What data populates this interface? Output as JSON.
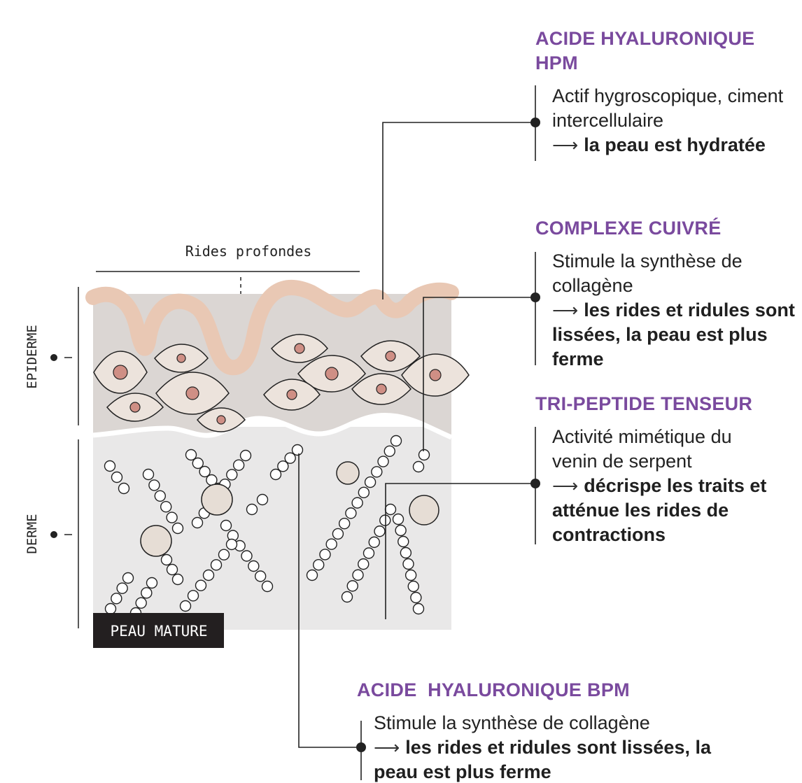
{
  "diagram": {
    "wrinkle_label": "Rides profondes",
    "layer_labels": {
      "epidermis": "EPIDERME",
      "dermis": "DERME"
    },
    "skin_badge": "PEAU MATURE"
  },
  "annotations": [
    {
      "id": "ha-hpm",
      "title": "ACIDE HYALURONIQUE HPM",
      "body": "Actif hygroscopique, ciment intercellulaire",
      "result": "la peau est hydratée"
    },
    {
      "id": "copper",
      "title": "COMPLEXE CUIVRÉ",
      "body": "Stimule la synthèse de collagène",
      "result": "les rides et ridules sont lissées, la peau est plus ferme"
    },
    {
      "id": "tripeptide",
      "title": "TRI-PEPTIDE TENSEUR",
      "body": "Activité mimétique du venin de serpent",
      "result": "décrispe les traits et atténue les rides de contractions"
    },
    {
      "id": "ha-bpm",
      "title": "ACIDE  HYALURONIQUE BPM",
      "body": "Stimule la synthèse de collagène",
      "result": "les rides et ridules sont lissées, la peau est plus ferme"
    }
  ],
  "colors": {
    "accent_purple": "#7a4a9e",
    "epidermis_bg": "#dbd6d3",
    "dermis_bg": "#e9e8e8",
    "stratum_band": "#e9c8b4",
    "cell_fill": "#ece3dc",
    "nucleus": "#cf8f85",
    "badge_bg": "#231f20"
  }
}
